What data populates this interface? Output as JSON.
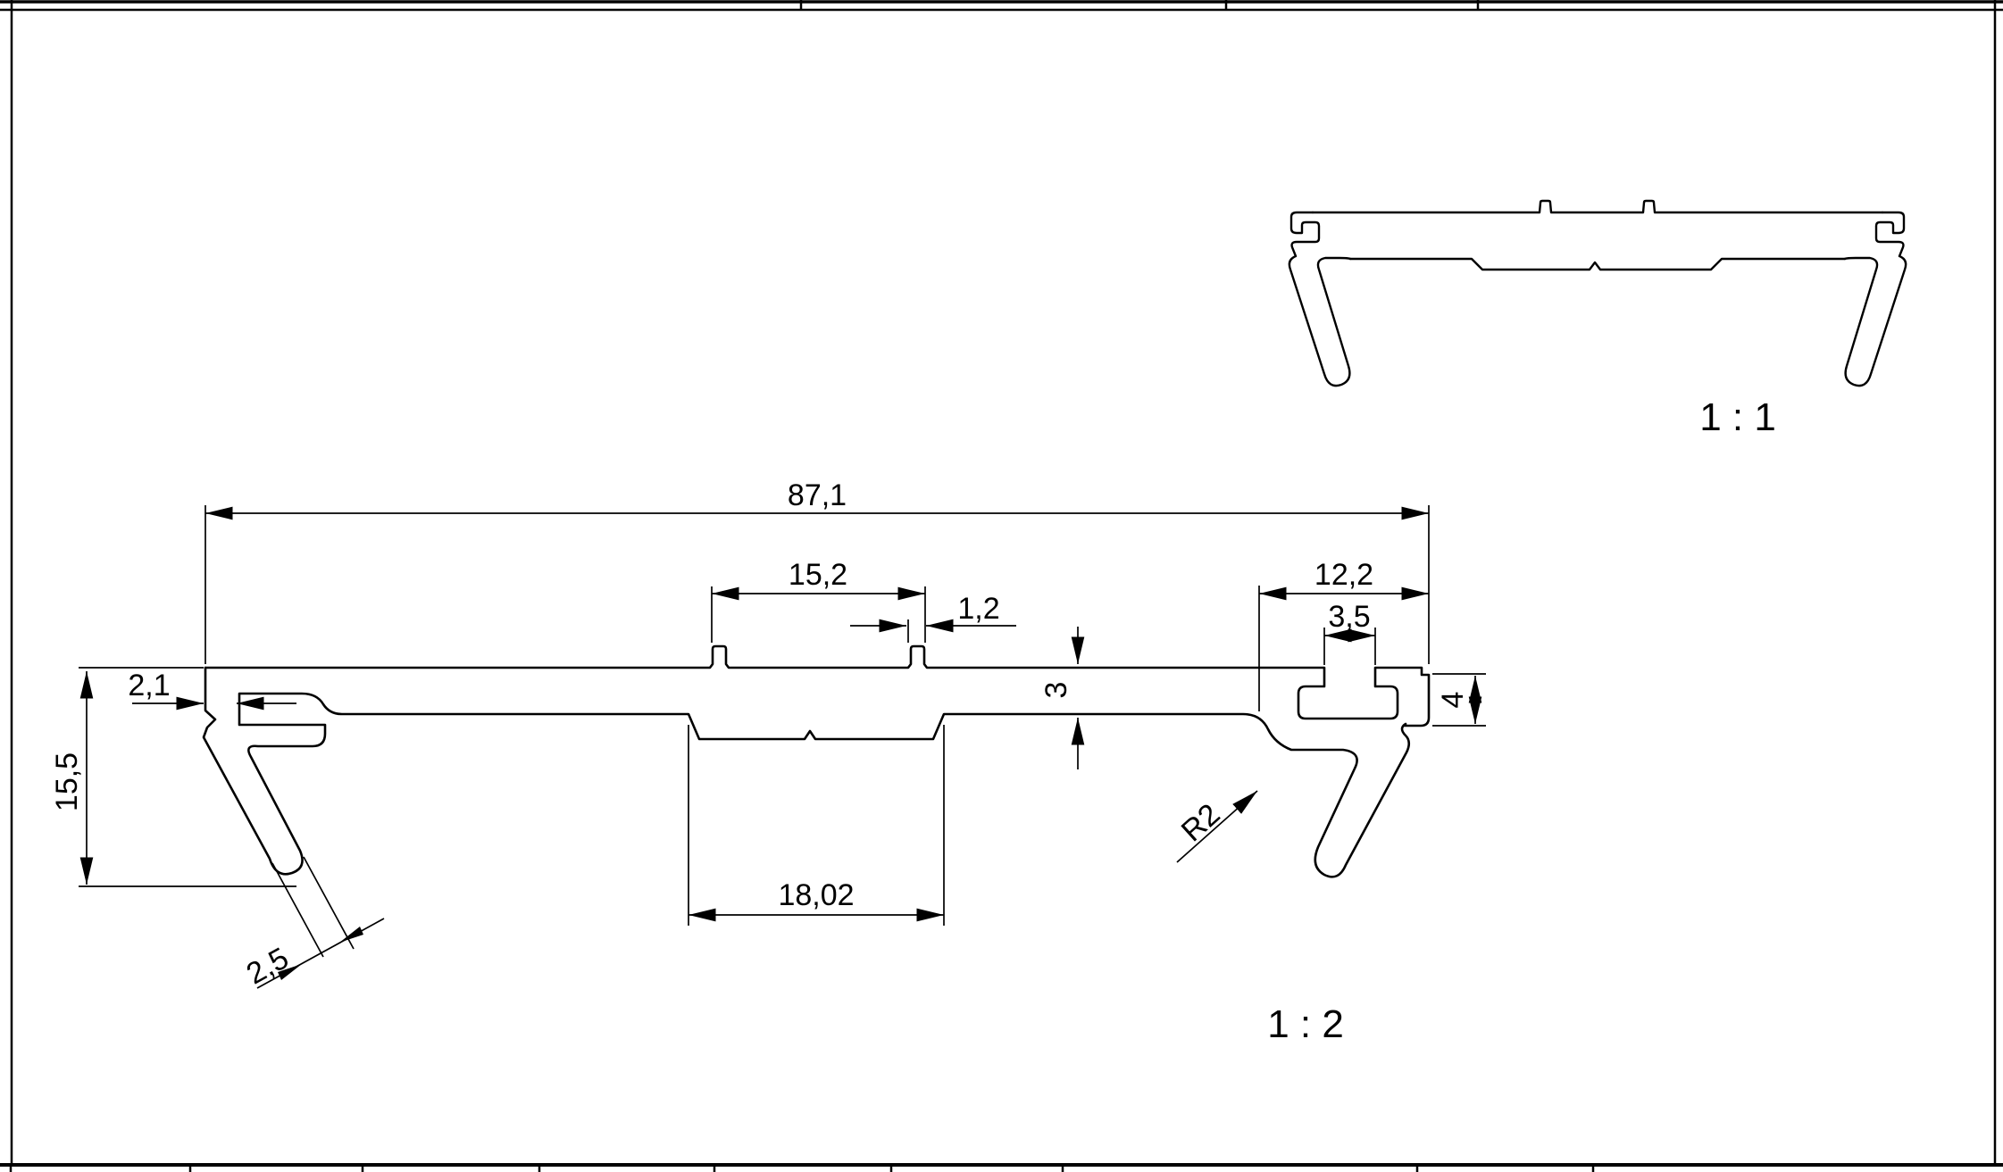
{
  "page": {
    "background_color": "#ffffff",
    "line_color": "#000000"
  },
  "drawing": {
    "scale_labels": {
      "detail_view": "1 : 1",
      "main_view": "1 : 2"
    },
    "dimensions": {
      "overall_width": "87,1",
      "rib_spacing": "15,2",
      "rib_width": "1,2",
      "tslot_block_width": "12,2",
      "tslot_opening": "3,5",
      "hook_wall_thickness": "2,1",
      "web_thickness": "3",
      "tslot_depth": "4",
      "overall_height": "15,5",
      "recess_width": "18,02",
      "corner_radius": "R2",
      "leg_thickness": "2,5"
    }
  }
}
